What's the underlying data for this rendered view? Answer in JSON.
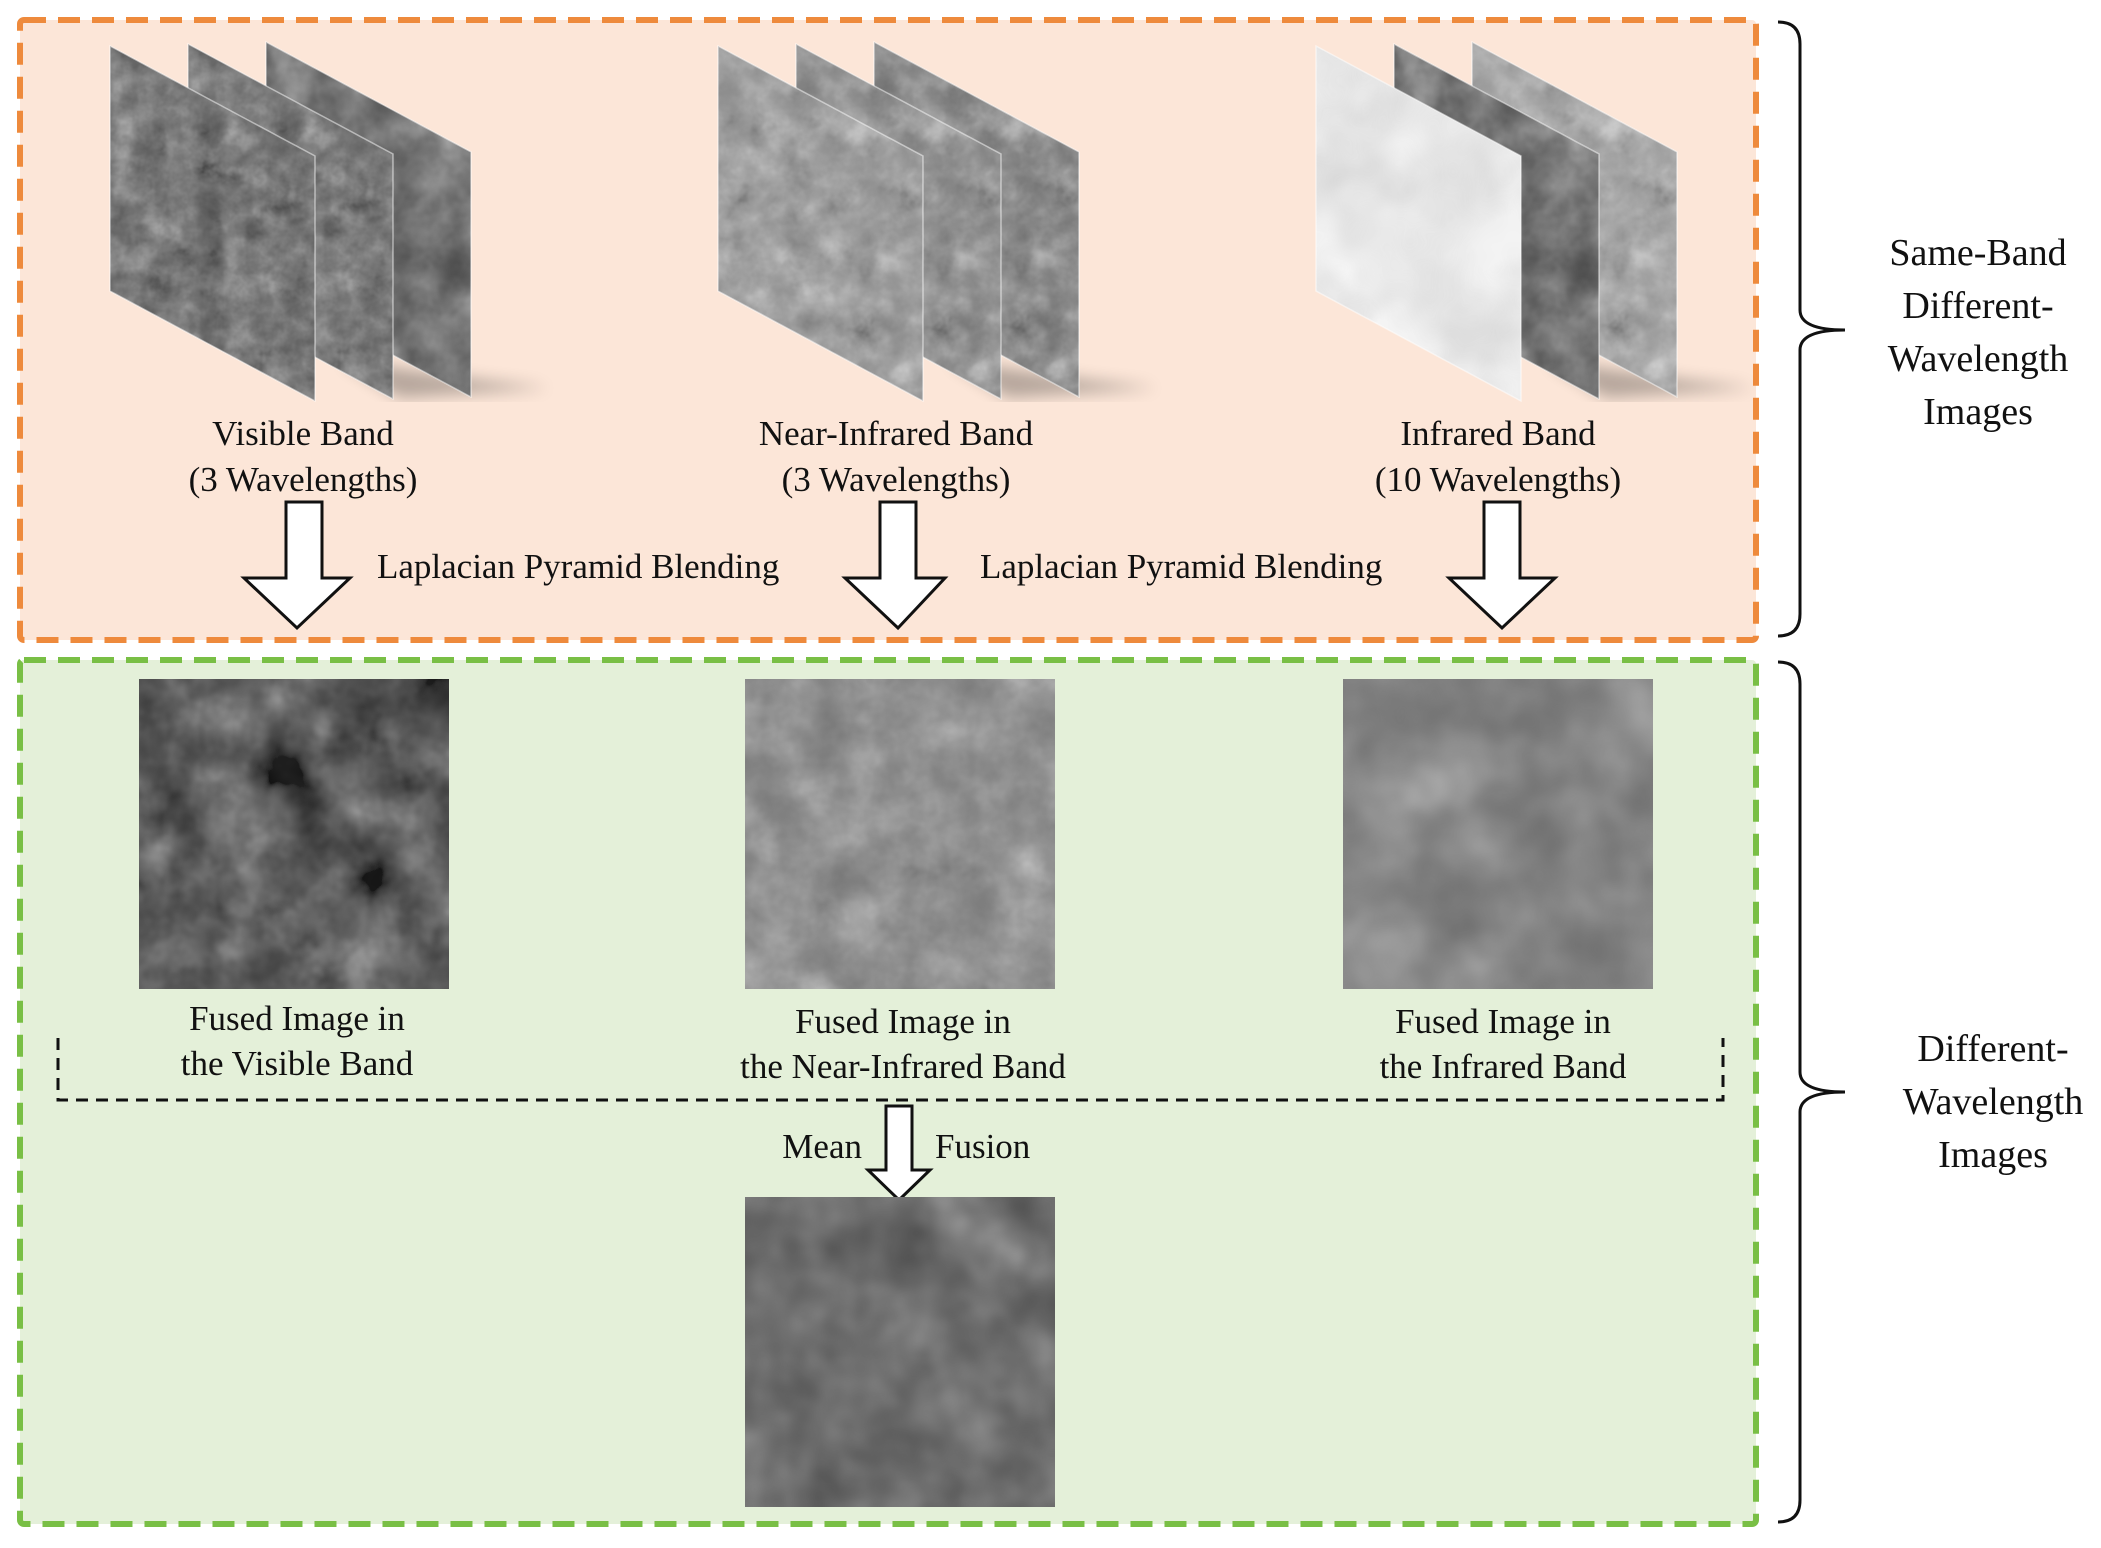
{
  "colors": {
    "top_fill": "#fce6d8",
    "top_border": "#ee8a3c",
    "bottom_fill": "#e4f0d9",
    "bottom_border": "#79bf45",
    "arrow_stroke": "#111111",
    "dashed_group": "#111111"
  },
  "top_section": {
    "stacks": [
      {
        "name": "visible-band",
        "label_line1": "Visible Band",
        "label_line2": "(3 Wavelengths)"
      },
      {
        "name": "near-infrared-band",
        "label_line1": "Near-Infrared Band",
        "label_line2": "(3 Wavelengths)"
      },
      {
        "name": "infrared-band",
        "label_line1": "Infrared Band",
        "label_line2": "(10 Wavelengths)"
      }
    ],
    "blending_label_left": "Laplacian Pyramid Blending",
    "blending_label_right": "Laplacian Pyramid Blending"
  },
  "bottom_section": {
    "fused": [
      {
        "name": "fused-visible",
        "line1": "Fused Image in",
        "line2": "the Visible Band"
      },
      {
        "name": "fused-near-infrared",
        "line1": "Fused Image in",
        "line2": "the Near-Infrared Band"
      },
      {
        "name": "fused-infrared",
        "line1": "Fused Image in",
        "line2": "the Infrared Band"
      }
    ],
    "mean_label": "Mean",
    "fusion_label": "Fusion"
  },
  "side_labels": {
    "top": [
      "Same-Band",
      "Different-",
      "Wavelength",
      "Images"
    ],
    "bottom": [
      "Different-",
      "Wavelength",
      "Images"
    ]
  }
}
